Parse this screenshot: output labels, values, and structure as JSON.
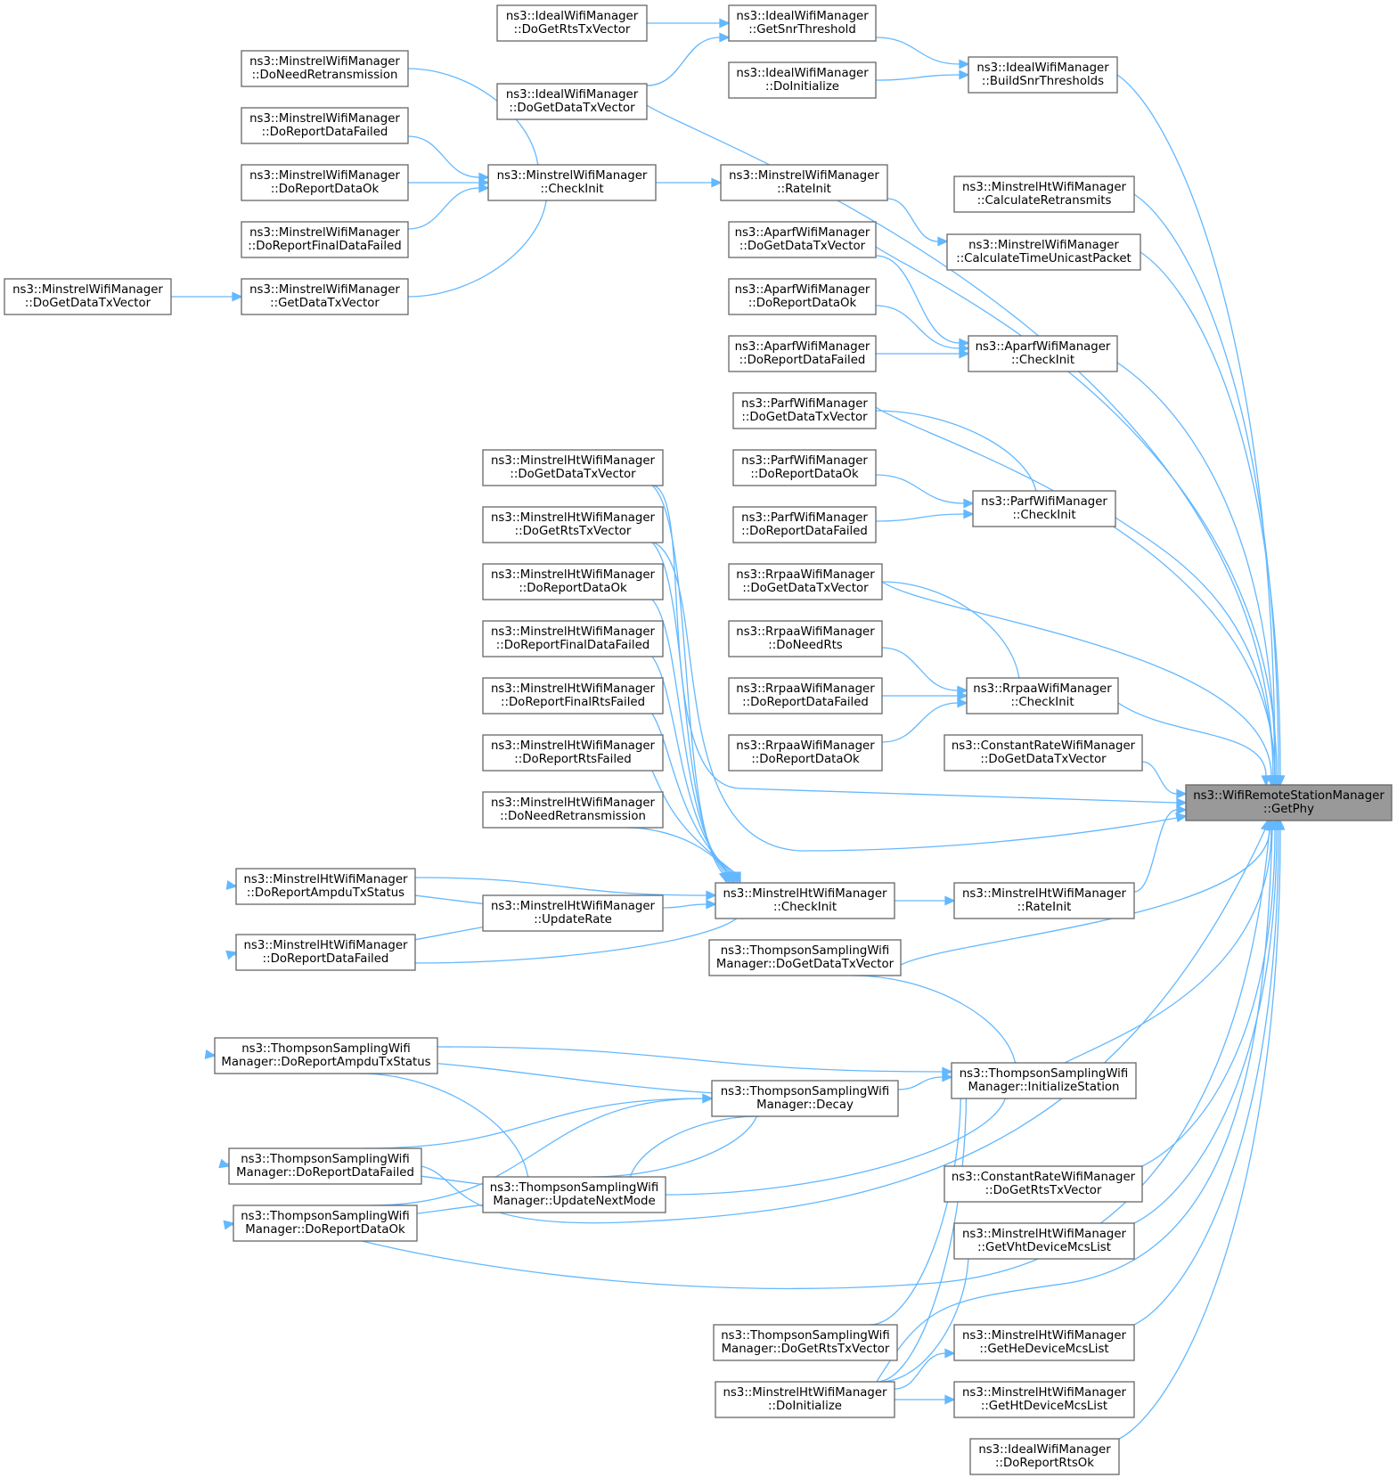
{
  "graph": {
    "colors": {
      "edge": "#63b8ff",
      "node_border": "#666666",
      "root_fill": "#999999",
      "node_fill": "#ffffff"
    },
    "nodes": {
      "n0": [
        "ns3::WifiRemoteStationManager",
        "::GetPhy"
      ],
      "n1": [
        "ns3::IdealWifiManager",
        "::BuildSnrThresholds"
      ],
      "n2": [
        "ns3::IdealWifiManager",
        "::DoInitialize"
      ],
      "n3": [
        "ns3::IdealWifiManager",
        "::GetSnrThreshold"
      ],
      "n4": [
        "ns3::IdealWifiManager",
        "::DoGetRtsTxVector"
      ],
      "n5": [
        "ns3::IdealWifiManager",
        "::DoGetDataTxVector"
      ],
      "n6": [
        "ns3::MinstrelWifiManager",
        "::DoNeedRetransmission"
      ],
      "n7": [
        "ns3::MinstrelWifiManager",
        "::CheckInit"
      ],
      "n8": [
        "ns3::MinstrelWifiManager",
        "::DoReportDataFailed"
      ],
      "n9": [
        "ns3::MinstrelWifiManager",
        "::DoReportDataOk"
      ],
      "n10": [
        "ns3::MinstrelWifiManager",
        "::DoReportFinalDataFailed"
      ],
      "n11": [
        "ns3::MinstrelWifiManager",
        "::GetDataTxVector"
      ],
      "n12": [
        "ns3::MinstrelWifiManager",
        "::DoGetDataTxVector"
      ],
      "n13": [
        "ns3::MinstrelWifiManager",
        "::RateInit"
      ],
      "n14": [
        "ns3::MinstrelHtWifiManager",
        "::CalculateRetransmits"
      ],
      "n15": [
        "ns3::MinstrelWifiManager",
        "::CalculateTimeUnicastPacket"
      ],
      "n16": [
        "ns3::AparfWifiManager",
        "::DoGetDataTxVector"
      ],
      "n17": [
        "ns3::AparfWifiManager",
        "::DoReportDataOk"
      ],
      "n18": [
        "ns3::AparfWifiManager",
        "::DoReportDataFailed"
      ],
      "n19": [
        "ns3::AparfWifiManager",
        "::CheckInit"
      ],
      "n20": [
        "ns3::ParfWifiManager",
        "::DoGetDataTxVector"
      ],
      "n21": [
        "ns3::ParfWifiManager",
        "::DoReportDataOk"
      ],
      "n22": [
        "ns3::ParfWifiManager",
        "::DoReportDataFailed"
      ],
      "n23": [
        "ns3::ParfWifiManager",
        "::CheckInit"
      ],
      "n24": [
        "ns3::RrpaaWifiManager",
        "::DoGetDataTxVector"
      ],
      "n25": [
        "ns3::RrpaaWifiManager",
        "::DoNeedRts"
      ],
      "n26": [
        "ns3::RrpaaWifiManager",
        "::DoReportDataFailed"
      ],
      "n27": [
        "ns3::RrpaaWifiManager",
        "::DoReportDataOk"
      ],
      "n28": [
        "ns3::RrpaaWifiManager",
        "::CheckInit"
      ],
      "n29": [
        "ns3::ConstantRateWifiManager",
        "::DoGetDataTxVector"
      ],
      "n30": [
        "ns3::MinstrelHtWifiManager",
        "::DoGetDataTxVector"
      ],
      "n31": [
        "ns3::MinstrelHtWifiManager",
        "::DoGetRtsTxVector"
      ],
      "n32": [
        "ns3::MinstrelHtWifiManager",
        "::DoReportDataOk"
      ],
      "n33": [
        "ns3::MinstrelHtWifiManager",
        "::DoReportFinalDataFailed"
      ],
      "n34": [
        "ns3::MinstrelHtWifiManager",
        "::DoReportFinalRtsFailed"
      ],
      "n35": [
        "ns3::MinstrelHtWifiManager",
        "::DoReportRtsFailed"
      ],
      "n36": [
        "ns3::MinstrelHtWifiManager",
        "::DoNeedRetransmission"
      ],
      "n37": [
        "ns3::MinstrelHtWifiManager",
        "::CheckInit"
      ],
      "n38": [
        "ns3::MinstrelHtWifiManager",
        "::DoReportAmpduTxStatus"
      ],
      "n39": [
        "ns3::MinstrelHtWifiManager",
        "::UpdateRate"
      ],
      "n40": [
        "ns3::MinstrelHtWifiManager",
        "::DoReportDataFailed"
      ],
      "n41": [
        "ns3::MinstrelHtWifiManager",
        "::RateInit"
      ],
      "n42": [
        "ns3::ThompsonSamplingWifi",
        "Manager::DoGetDataTxVector"
      ],
      "n43": [
        "ns3::ThompsonSamplingWifi",
        "Manager::DoReportAmpduTxStatus"
      ],
      "n44": [
        "ns3::ThompsonSamplingWifi",
        "Manager::InitializeStation"
      ],
      "n45": [
        "ns3::ThompsonSamplingWifi",
        "Manager::Decay"
      ],
      "n46": [
        "ns3::ThompsonSamplingWifi",
        "Manager::DoReportDataFailed"
      ],
      "n47": [
        "ns3::ThompsonSamplingWifi",
        "Manager::UpdateNextMode"
      ],
      "n48": [
        "ns3::ThompsonSamplingWifi",
        "Manager::DoReportDataOk"
      ],
      "n49": [
        "ns3::ConstantRateWifiManager",
        "::DoGetRtsTxVector"
      ],
      "n50": [
        "ns3::MinstrelHtWifiManager",
        "::GetVhtDeviceMcsList"
      ],
      "n51": [
        "ns3::ThompsonSamplingWifi",
        "Manager::DoGetRtsTxVector"
      ],
      "n52": [
        "ns3::MinstrelHtWifiManager",
        "::GetHeDeviceMcsList"
      ],
      "n53": [
        "ns3::MinstrelHtWifiManager",
        "::DoInitialize"
      ],
      "n54": [
        "ns3::MinstrelHtWifiManager",
        "::GetHtDeviceMcsList"
      ],
      "n55": [
        "ns3::IdealWifiManager",
        "::DoReportRtsOk"
      ]
    }
  }
}
